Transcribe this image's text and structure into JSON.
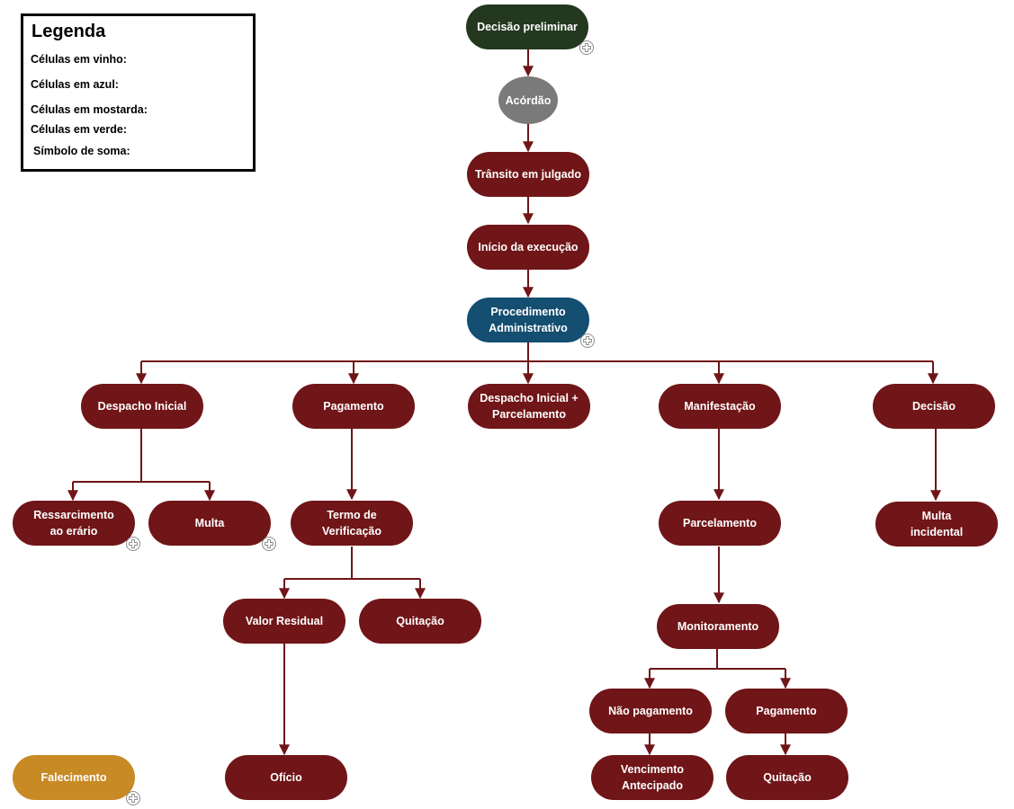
{
  "legend": {
    "title": "Legenda",
    "items": [
      "Células em vinho:",
      "Células em azul:",
      "Células em mostarda:",
      "Células em verde:",
      "Símbolo de soma:"
    ]
  },
  "colors": {
    "vinho": "#701518",
    "azul": "#144e70",
    "mostarda": "#c78a25",
    "verde": "#23381f",
    "cinza": "#7a7a7a",
    "edge": "#701518"
  },
  "nodes": {
    "decisao_preliminar": "Decisão preliminar",
    "acordao": "Acórdão",
    "transito": "Trânsito em julgado",
    "inicio_execucao": "Início da execução",
    "procedimento": "Procedimento\nAdministrativo",
    "despacho_inicial": "Despacho Inicial",
    "pagamento": "Pagamento",
    "despacho_parcelamento": "Despacho Inicial +\nParcelamento",
    "manifestacao": "Manifestação",
    "decisao": "Decisão",
    "ressarcimento": "Ressarcimento\nao erário",
    "multa": "Multa",
    "termo_verificacao": "Termo de Verificação",
    "parcelamento": "Parcelamento",
    "multa_incidental": "Multa\nincidental",
    "valor_residual": "Valor Residual",
    "quitacao_1": "Quitação",
    "monitoramento": "Monitoramento",
    "nao_pagamento": "Não pagamento",
    "pagamento_2": "Pagamento",
    "falecimento": "Falecimento",
    "oficio": "Ofício",
    "vencimento": "Vencimento\nAntecipado",
    "quitacao_2": "Quitação"
  }
}
